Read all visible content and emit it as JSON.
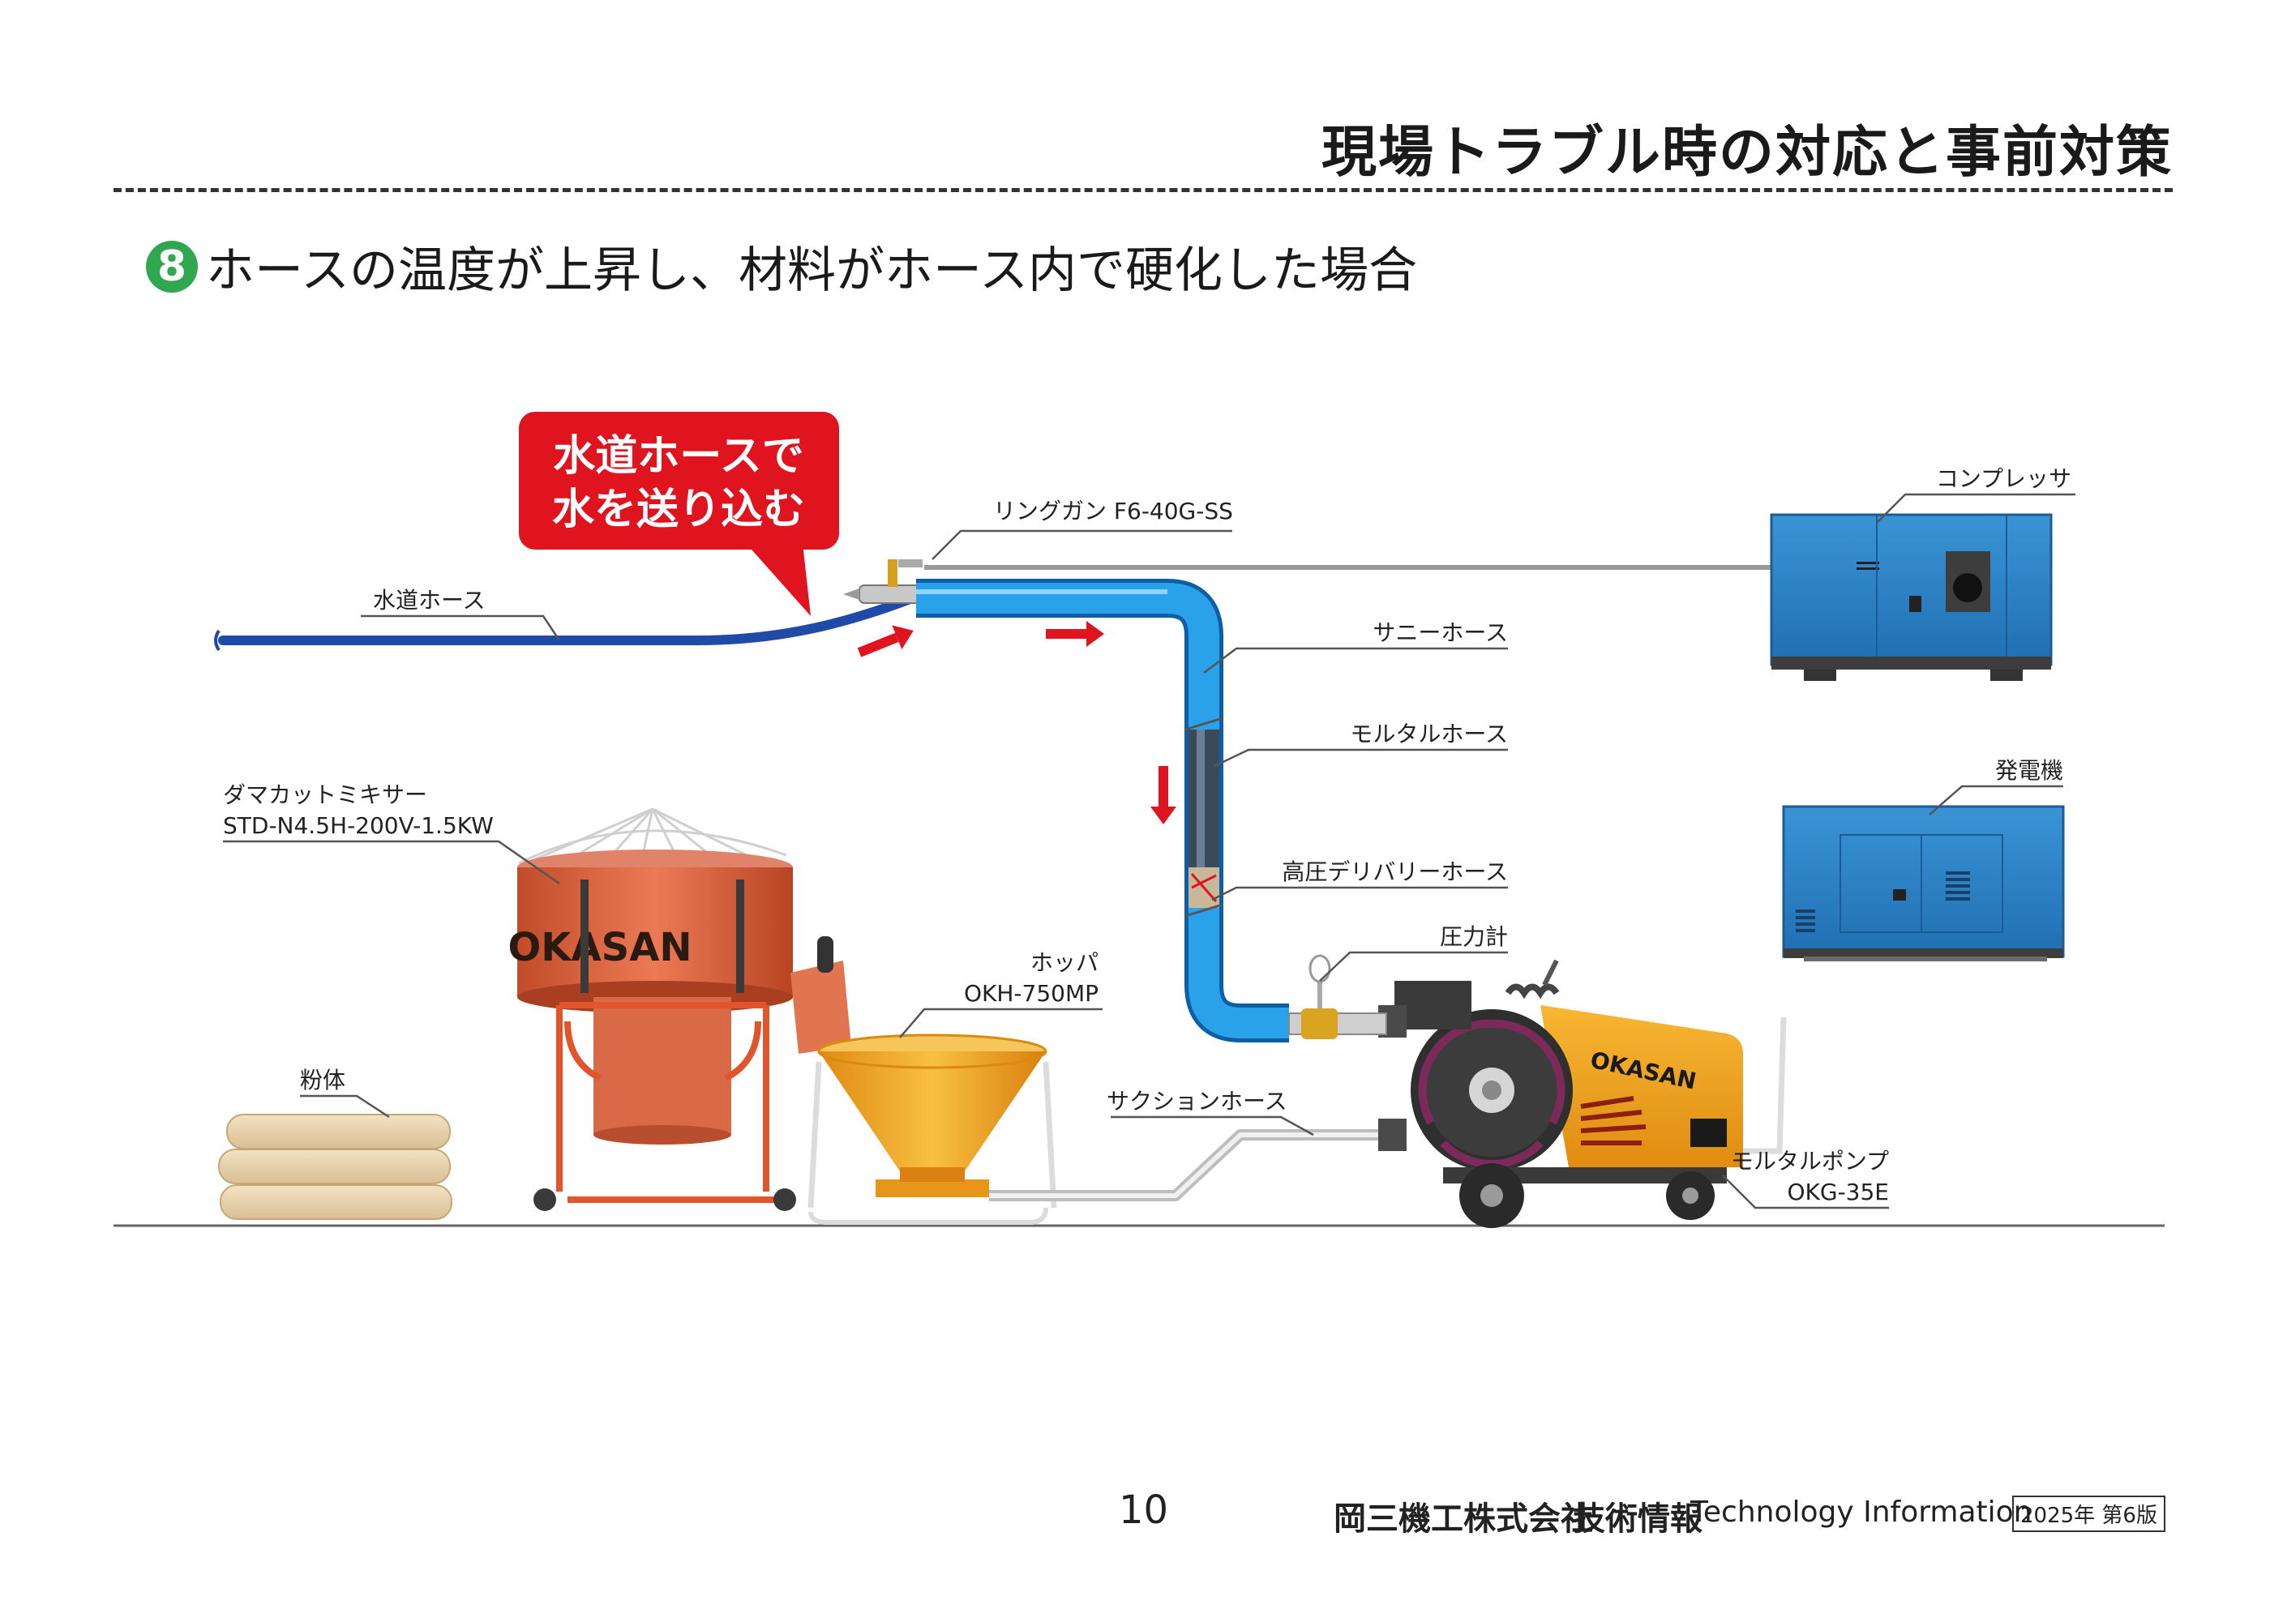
{
  "header": {
    "title": "現場トラブル時の対応と事前対策"
  },
  "section": {
    "number": "8",
    "title": "ホースの温度が上昇し、材料がホース内で硬化した場合"
  },
  "callout": {
    "line1": "水道ホースで",
    "line2": "水を送り込む",
    "color": "#e0141e"
  },
  "labels": {
    "ring_gun": "リングガン F6-40G-SS",
    "compressor": "コンプレッサ",
    "water_hose": "水道ホース",
    "sunny_hose": "サニーホース",
    "mortar_hose": "モルタルホース",
    "generator": "発電機",
    "mixer_line1": "ダマカットミキサー",
    "mixer_line2": "STD-N4.5H-200V-1.5KW",
    "high_pressure_hose": "高圧デリバリーホース",
    "pressure_gauge": "圧力計",
    "hopper_line1": "ホッパ",
    "hopper_line2": "OKH-750MP",
    "powder": "粉体",
    "suction_hose": "サクションホース",
    "pump_line1": "モルタルポンプ",
    "pump_line2": "OKG-35E"
  },
  "logos": {
    "mixer_logo": "OKASAN",
    "pump_logo": "OKASAN"
  },
  "colors": {
    "blue_hose": "#1a8fd9",
    "water_hose": "#1f4aa8",
    "machine_blue": "#2d7fc4",
    "mixer_orange": "#d95f3a",
    "hopper_orange": "#f0a81c",
    "flow_arrow": "#e0141e"
  },
  "footer": {
    "page_number": "10",
    "company": "岡三機工株式会社",
    "tech_info_ja": "技術情報",
    "tech_info_en": "Technology Information",
    "edition": "2025年 第6版"
  }
}
